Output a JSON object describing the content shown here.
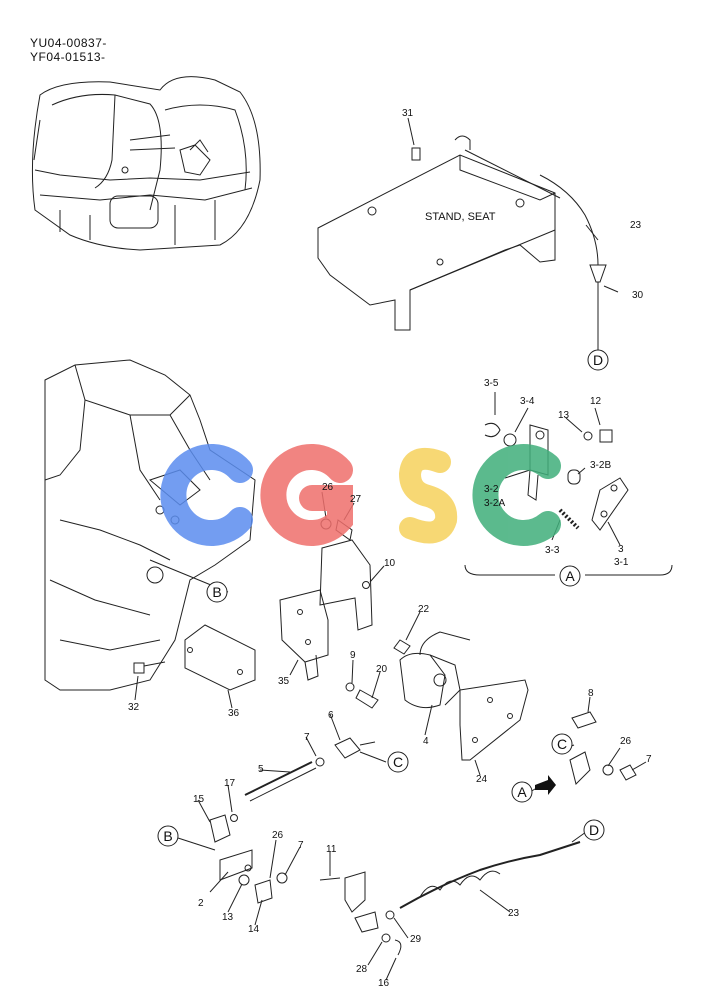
{
  "header": {
    "line1": "YU04-00837-",
    "line2": "YF04-01513-"
  },
  "diagram": {
    "stand_label": "STAND, SEAT",
    "watermark": "CGSC",
    "watermark_colors": [
      "#5b8def",
      "#ef6f6c",
      "#f6d25c",
      "#3fae7a"
    ],
    "callouts": {
      "A": "A",
      "B": "B",
      "C": "C",
      "D": "D"
    },
    "parts": {
      "p31": "31",
      "p23a": "23",
      "p30": "30",
      "p3_5": "3-5",
      "p3_4": "3-4",
      "p13a": "13",
      "p12": "12",
      "p3_2B": "3-2B",
      "p3_2": "3-2",
      "p3_2A": "3-2A",
      "p3_3": "3-3",
      "p3": "3",
      "p3_1": "3-1",
      "p26a": "26",
      "p27": "27",
      "p10": "10",
      "p22": "22",
      "p9": "9",
      "p20": "20",
      "p35": "35",
      "p32": "32",
      "p36": "36",
      "p4": "4",
      "p8": "8",
      "p24": "24",
      "p26b": "26",
      "p7a": "7",
      "p6": "6",
      "p7b": "7",
      "p5": "5",
      "p17": "17",
      "p15": "15",
      "p26c": "26",
      "p7c": "7",
      "p2": "2",
      "p13b": "13",
      "p14": "14",
      "p11": "11",
      "p23b": "23",
      "p29": "29",
      "p28": "28",
      "p16": "16"
    }
  }
}
